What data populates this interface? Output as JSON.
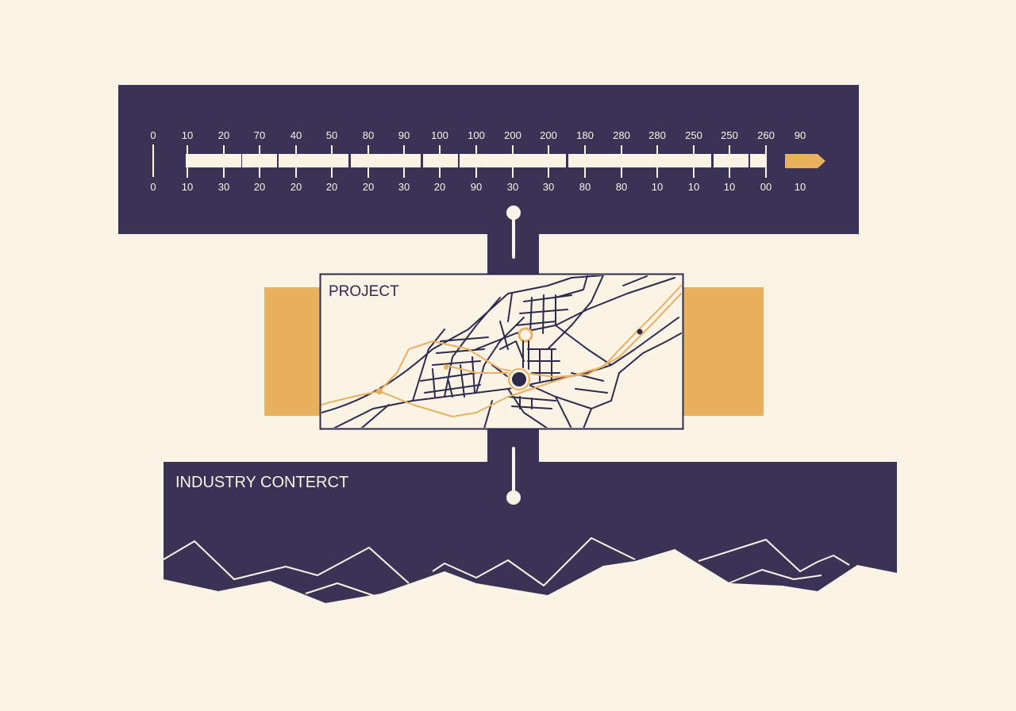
{
  "colors": {
    "background": "#FBF3E6",
    "navy": "#3A3356",
    "cream": "#FBF3E6",
    "accent": "#E9B05F",
    "line": "#2E2A4C"
  },
  "timeline": {
    "top_labels": [
      "0",
      "10",
      "20",
      "70",
      "40",
      "50",
      "80",
      "90",
      "100",
      "100",
      "200",
      "200",
      "180",
      "280",
      "280",
      "250",
      "250",
      "260",
      "90"
    ],
    "bottom_labels": [
      "0",
      "10",
      "30",
      "20",
      "20",
      "20",
      "20",
      "30",
      "20",
      "90",
      "30",
      "30",
      "80",
      "80",
      "10",
      "10",
      "10",
      "00",
      "10"
    ],
    "arrow_icon": "arrow-right-icon"
  },
  "project": {
    "title": "PROJECT",
    "map_icon": "street-map"
  },
  "industry": {
    "title": "INDUSTRY CONTERCT",
    "landscape_icon": "mountain-range"
  }
}
